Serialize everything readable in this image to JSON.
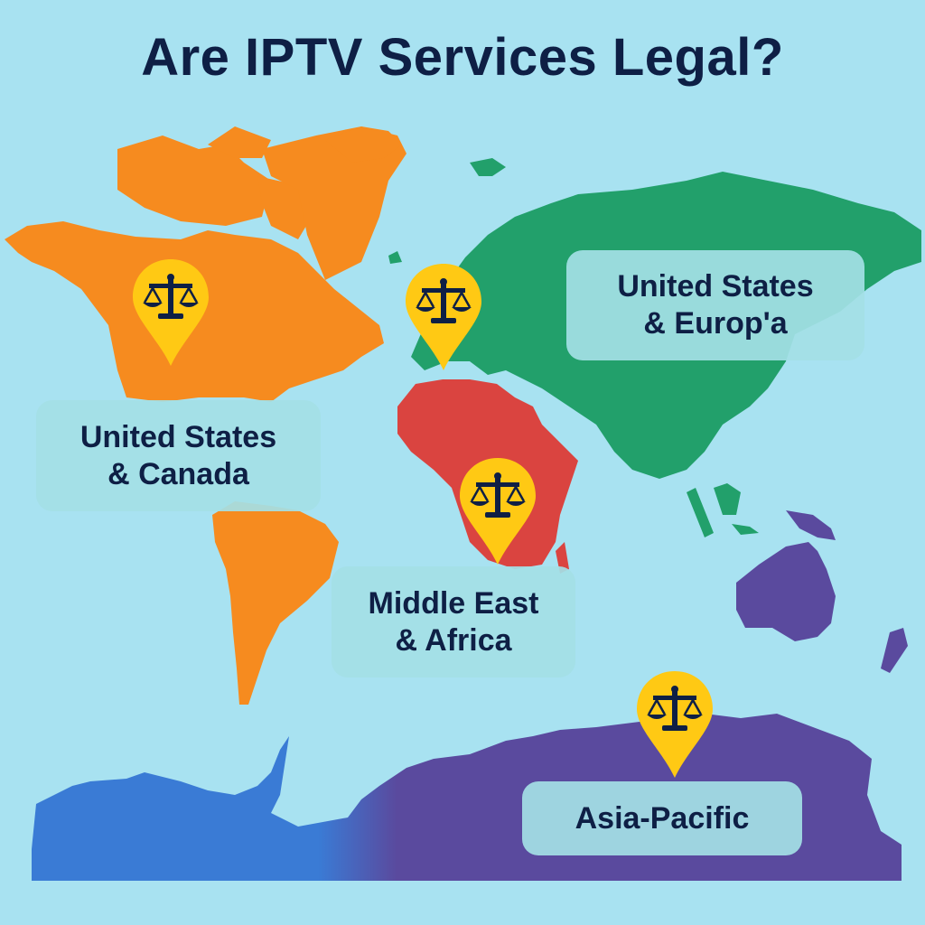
{
  "title": "Are IPTV Services Legal?",
  "colors": {
    "ocean": "#A8E2F1",
    "north_south_america": "#F68B1F",
    "europe_asia": "#22A06B",
    "africa": "#DA4440",
    "oceania_antarctica": "#5A4A9E",
    "antarctica_west": "#3A7BD5",
    "pin": "#FFC914",
    "text": "#0E1F45",
    "label_bg": "#A4DFE6"
  },
  "regions": [
    {
      "id": "north-america",
      "label_line1": "United States",
      "label_line2": "& Canada",
      "pin_icon": "scales-of-justice-icon"
    },
    {
      "id": "europe",
      "label_line1": "United States",
      "label_line2": "& Europ'a",
      "pin_icon": "scales-of-justice-icon"
    },
    {
      "id": "middle-east-africa",
      "label_line1": "Middle East",
      "label_line2": "& Africa",
      "pin_icon": "scales-of-justice-icon"
    },
    {
      "id": "asia-pacific",
      "label_line1": "Asia-Pacific",
      "label_line2": "",
      "pin_icon": "scales-of-justice-icon"
    }
  ]
}
